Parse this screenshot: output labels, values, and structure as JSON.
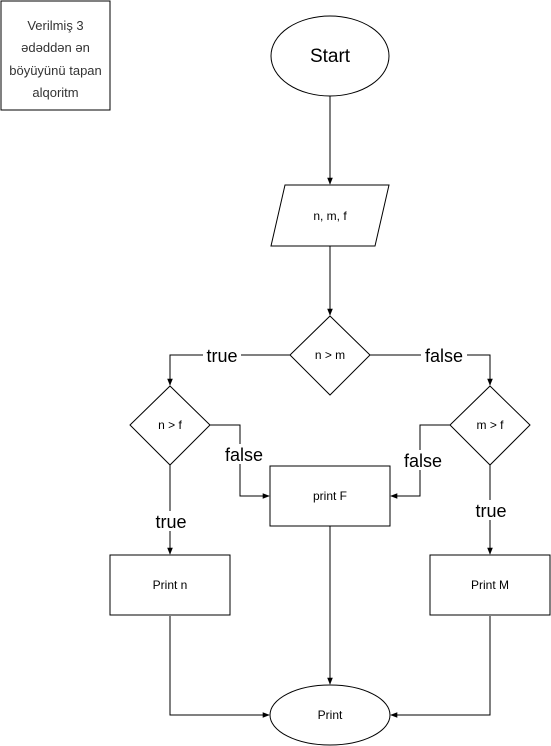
{
  "note": {
    "lines": [
      "Verilmiş 3",
      "ədəddən ən",
      "böyüyünü tapan",
      "alqoritm"
    ]
  },
  "nodes": {
    "start": "Start",
    "input": "n, m, f",
    "decision_nm": "n > m",
    "decision_nf": "n > f",
    "decision_mf": "m > f",
    "print_f": "print F",
    "print_n": "Print n",
    "print_m": "Print M",
    "end": "Print"
  },
  "edges": {
    "nm_true": "true",
    "nm_false": "false",
    "nf_false": "false",
    "mf_false": "false",
    "nf_true": "true",
    "mf_true": "true"
  }
}
